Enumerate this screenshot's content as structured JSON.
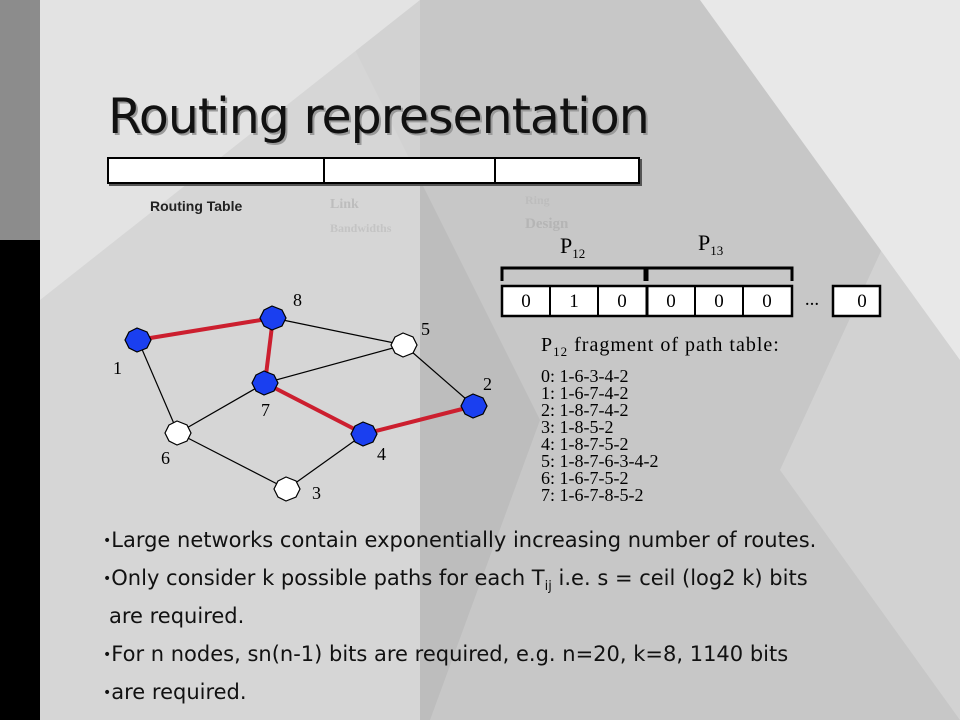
{
  "slide": {
    "title": "Routing representation",
    "chromosome_labels": {
      "routing_table": "Routing Table",
      "link": "Link",
      "bandwidths": "Bandwidths",
      "ring": "Ring",
      "design": "Design"
    }
  },
  "encoding": {
    "p12_label": "P",
    "p12_sub": "12",
    "p13_label": "P",
    "p13_sub": "13",
    "cells": [
      "0",
      "1",
      "0",
      "0",
      "0",
      "0"
    ],
    "ellipsis": "...",
    "last_cell": "0"
  },
  "network": {
    "nodes": [
      {
        "id": "1",
        "selected": true
      },
      {
        "id": "8",
        "selected": true
      },
      {
        "id": "5",
        "selected": false
      },
      {
        "id": "7",
        "selected": true
      },
      {
        "id": "2",
        "selected": true
      },
      {
        "id": "4",
        "selected": true
      },
      {
        "id": "6",
        "selected": false
      },
      {
        "id": "3",
        "selected": false
      }
    ],
    "highlighted_path": "1-8-7-4-2",
    "selected_color": "#1a3ff0",
    "path_color": "#cc1f2f"
  },
  "path_table": {
    "title_prefix": "P",
    "title_sub": "12",
    "title_suffix": " fragment of path table:",
    "rows": [
      "0: 1-6-3-4-2",
      "1: 1-6-7-4-2",
      "2: 1-8-7-4-2",
      "3: 1-8-5-2",
      "4: 1-8-7-5-2",
      "5: 1-8-7-6-3-4-2",
      "6: 1-6-7-5-2",
      "7: 1-6-7-8-5-2"
    ]
  },
  "bullets": {
    "b1": "Large networks contain exponentially increasing number of routes.",
    "b2_pre": "Only consider k possible paths for each T",
    "b2_sub": "ij",
    "b2_post": " i.e. s = ceil (log2 k) bits",
    "b2_cont": "are required.",
    "b3": "For n nodes, sn(n-1) bits are required, e.g. n=20, k=8, 1140 bits",
    "b4": "are required."
  }
}
